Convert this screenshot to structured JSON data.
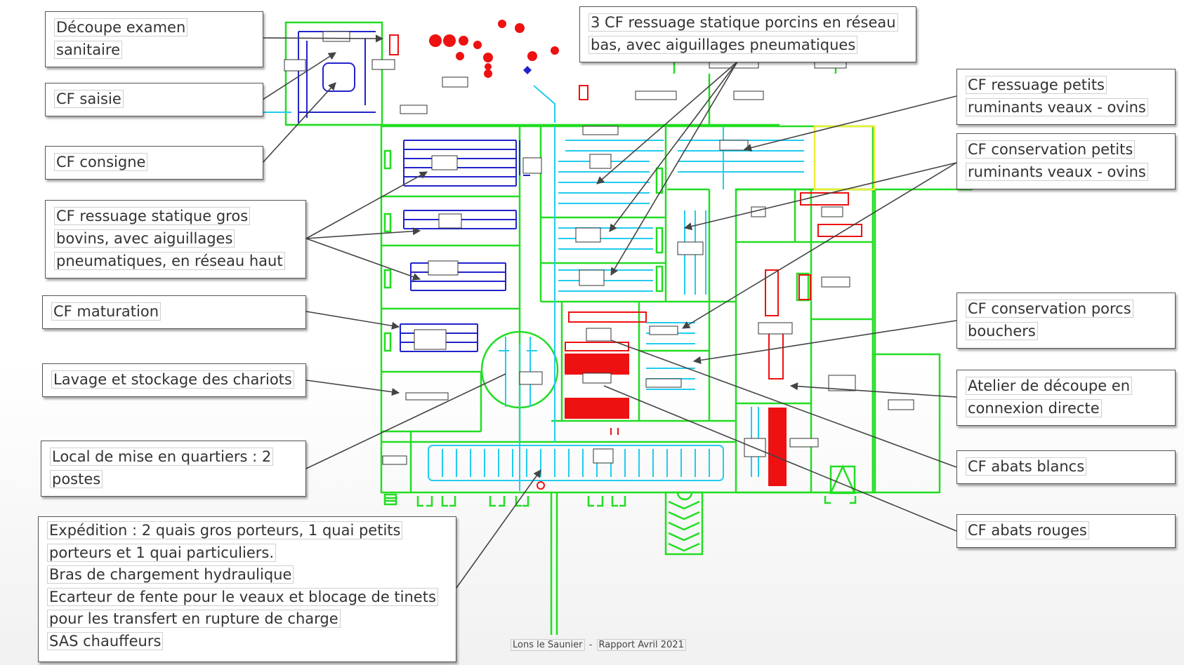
{
  "callouts": {
    "decoupe_examen": [
      "Découpe examen",
      "sanitaire"
    ],
    "cf_saisie": [
      "CF saisie"
    ],
    "cf_consigne": [
      "CF consigne"
    ],
    "cf_ressuage_bovins": [
      "CF ressuage statique gros",
      "bovins, avec aiguillages",
      "pneumatiques, en réseau haut"
    ],
    "cf_maturation": [
      "CF maturation"
    ],
    "lavage_chariots": [
      "Lavage et stockage des chariots"
    ],
    "mise_en_quartiers": [
      "Local de mise en quartiers : 2",
      "postes"
    ],
    "expedition": [
      "Expédition : 2 quais gros porteurs, 1 quai petits",
      "porteurs et 1 quai particuliers.",
      "Bras de chargement hydraulique",
      "Ecarteur de fente pour le veaux et blocage de tinets",
      "pour les transfert en rupture de charge",
      "SAS chauffeurs"
    ],
    "cf_ressuage_porcins": [
      "3 CF ressuage statique porcins en réseau",
      "bas, avec aiguillages pneumatiques"
    ],
    "cf_ressuage_petits": [
      "CF ressuage petits",
      "ruminants veaux - ovins"
    ],
    "cf_conservation_petits": [
      "CF conservation petits",
      "ruminants veaux - ovins"
    ],
    "cf_conservation_porcs": [
      "CF conservation porcs",
      "bouchers"
    ],
    "atelier_decoupe": [
      "Atelier de découpe en",
      "connexion directe"
    ],
    "cf_abats_blancs": [
      "CF abats blancs"
    ],
    "cf_abats_rouges": [
      "CF abats rouges"
    ]
  },
  "footer": {
    "place": "Lons le Saunier",
    "separator": "-",
    "report": "Rapport Avril 2021"
  },
  "colors": {
    "walls": "#22dd22",
    "rails_high": "#2222cc",
    "rails_low": "#22ccee",
    "equipment": "#ee1111",
    "annex": "#eeee33",
    "leader": "#444444"
  }
}
